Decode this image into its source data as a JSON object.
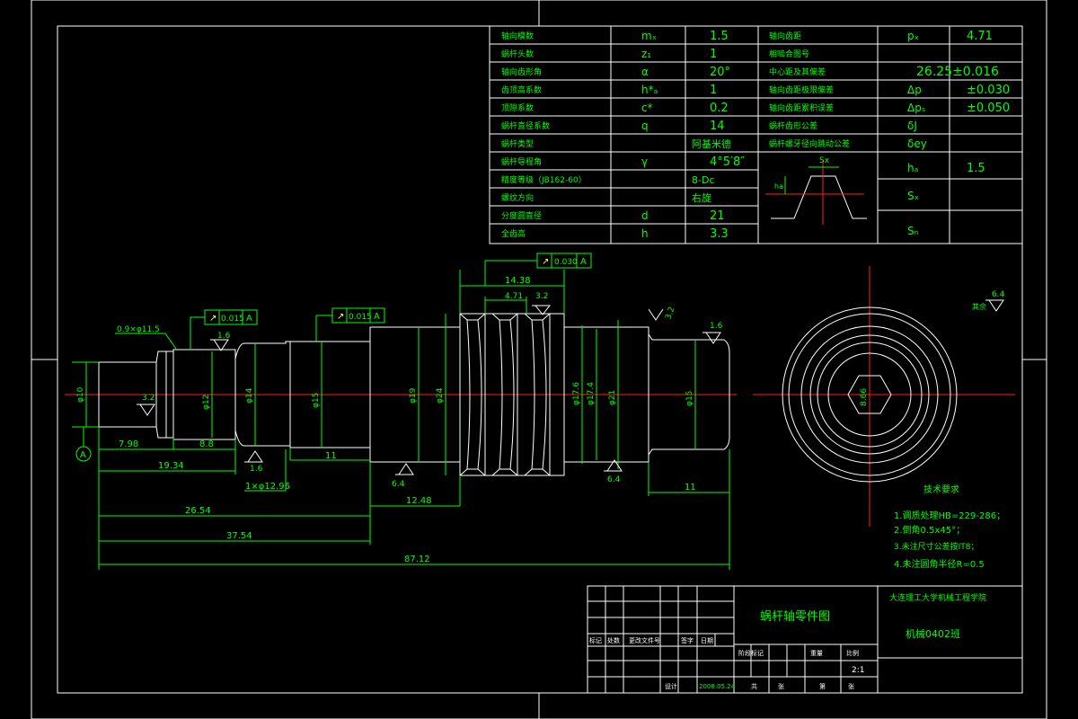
{
  "colors": {
    "background": "#000000",
    "outline": "#ffffff",
    "dimension": "#00ff00",
    "centerline": "#ff2020",
    "annotation": "#ffff66"
  },
  "param_table": {
    "left": [
      {
        "name": "轴向模数",
        "symbol": "mₓ",
        "value": "1.5"
      },
      {
        "name": "蜗杆头数",
        "symbol": "z₁",
        "value": "1"
      },
      {
        "name": "轴向齿形角",
        "symbol": "α",
        "value": "20°"
      },
      {
        "name": "齿顶高系数",
        "symbol": "h*ₐ",
        "value": "1"
      },
      {
        "name": "顶隙系数",
        "symbol": "c*",
        "value": "0.2"
      },
      {
        "name": "蜗杆直径系数",
        "symbol": "q",
        "value": "14"
      },
      {
        "name": "蜗杆类型",
        "symbol": "",
        "value": "阿基米德"
      },
      {
        "name": "蜗杆导程角",
        "symbol": "γ",
        "value": "4°5′8″"
      },
      {
        "name": "精度等级（JB162-60）",
        "symbol": "",
        "value": "8-Dc"
      },
      {
        "name": "螺纹方向",
        "symbol": "",
        "value": "右旋"
      },
      {
        "name": "分度圆直径",
        "symbol": "d",
        "value": "21"
      },
      {
        "name": "全齿高",
        "symbol": "h",
        "value": "3.3"
      }
    ],
    "right": [
      {
        "name": "轴向齿距",
        "symbol": "pₓ",
        "value": "4.71"
      },
      {
        "name": "相啮合图号",
        "symbol": "",
        "value": ""
      },
      {
        "name": "中心距及其偏差",
        "symbol": "",
        "value": "26.25±0.016"
      },
      {
        "name": "轴向齿距极限偏差",
        "symbol": "Δp",
        "value": "±0.030"
      },
      {
        "name": "轴向齿距累积误差",
        "symbol": "Δpₛ",
        "value": "±0.050"
      },
      {
        "name": "蜗杆齿形公差",
        "symbol": "δJ",
        "value": ""
      },
      {
        "name": "蜗杆螺牙径向跳动公差",
        "symbol": "δey",
        "value": ""
      },
      {
        "name": "",
        "symbol": "hₐ",
        "value": "1.5"
      },
      {
        "name": "",
        "symbol": "Sₓ",
        "value": ""
      },
      {
        "name": "",
        "symbol": "Sₙ",
        "value": ""
      }
    ],
    "profile_labels": {
      "sx": "Sx",
      "ha": "ha"
    }
  },
  "dimensions": {
    "d_14_38": "14.38",
    "d_4_71": "4.71",
    "d_7_98": "7.98",
    "d_8_8": "8.8",
    "d_19_34": "19.34",
    "d_11_a": "11",
    "d_12_48": "12.48",
    "d_26_54": "26.54",
    "d_37_54": "37.54",
    "d_87_12": "87.12",
    "d_11_b": "11",
    "chamfer_left": "0.9×φ11.5",
    "undercut": "1×φ12.96",
    "dia_10": "φ10",
    "dia_12": "φ12",
    "dia_14": "φ14",
    "dia_15a": "φ15",
    "dia_19": "φ19",
    "dia_24": "φ24",
    "dia_17_4": "φ17.4",
    "dia_17_6": "φ17.6",
    "dia_21": "φ21",
    "dia_15b": "φ15",
    "hex": "8.66"
  },
  "tolerances": {
    "tol1": "0.015",
    "tol1_ref": "A",
    "tol2": "0.015",
    "tol2_ref": "A",
    "tol3": "0.030",
    "tol3_ref": "A",
    "datum": "A"
  },
  "roughness": {
    "r_6_4_top": "6.4",
    "r_other_label": "其余",
    "r_1_6_a": "1.6",
    "r_1_6_b": "1.6",
    "r_1_6_c": "1.6",
    "r_3_2_a": "3.2",
    "r_3_2_b": "3.2",
    "r_3_2_c": "3.2",
    "r_6_4_a": "6.4",
    "r_6_4_b": "6.4"
  },
  "tech": {
    "title": "技术要求",
    "items": [
      "1.调质处理HB=229-286；",
      "2.倒角0.5x45°；",
      "3.未注尺寸公差按IT8；",
      "4.未注圆角半径R=0.5"
    ]
  },
  "title_block": {
    "drawing_name": "蜗杆轴零件图",
    "school": "大连理工大学机械工程学院",
    "drawing_no": "机械0402班",
    "row_labels": [
      "标记",
      "处数",
      "更改文件号",
      "签字",
      "日期"
    ],
    "designer_label": "设计",
    "date": "2008.05.24",
    "stage_labels": [
      "阶段标记",
      "重量",
      "比例"
    ],
    "scale": "2:1",
    "sheet_labels": [
      "共",
      "张",
      "第",
      "张"
    ]
  }
}
